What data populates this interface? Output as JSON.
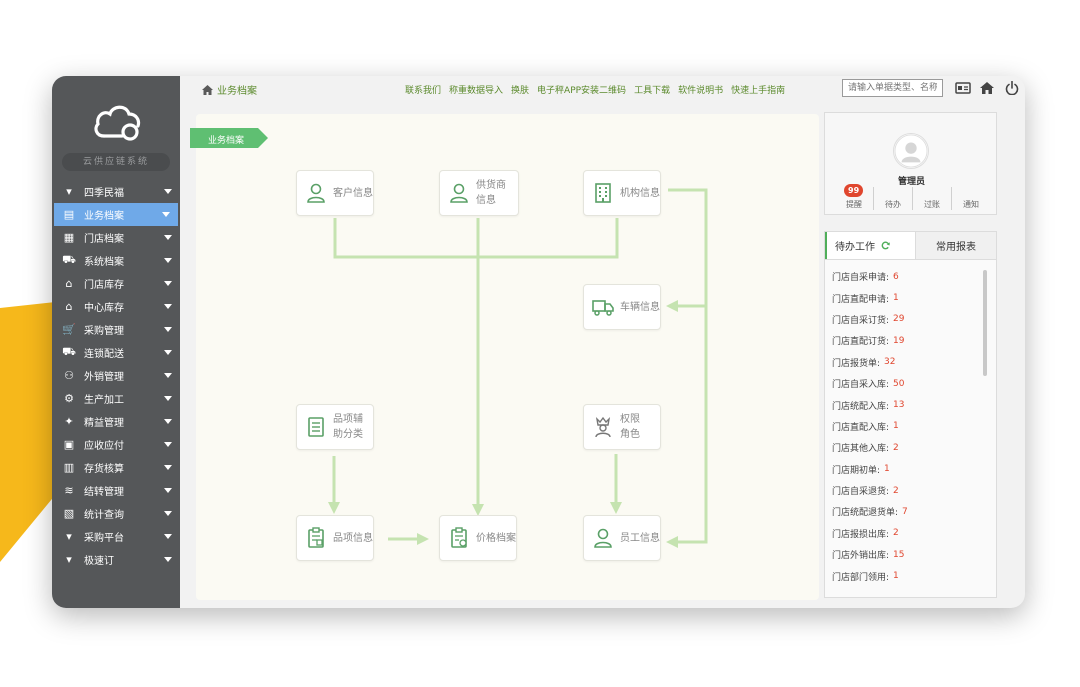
{
  "sidebar": {
    "system_name": "云供应链系统",
    "items": [
      {
        "label": "四季民福",
        "icon": "caret-icon"
      },
      {
        "label": "业务档案",
        "icon": "archive-icon",
        "active": true
      },
      {
        "label": "门店档案",
        "icon": "store-icon"
      },
      {
        "label": "系统档案",
        "icon": "truck-icon"
      },
      {
        "label": "门店库存",
        "icon": "warehouse-icon"
      },
      {
        "label": "中心库存",
        "icon": "warehouse-icon"
      },
      {
        "label": "采购管理",
        "icon": "cart-icon"
      },
      {
        "label": "连锁配送",
        "icon": "delivery-icon"
      },
      {
        "label": "外销管理",
        "icon": "bike-icon"
      },
      {
        "label": "生产加工",
        "icon": "gears-icon"
      },
      {
        "label": "精益管理",
        "icon": "wrench-icon"
      },
      {
        "label": "应收应付",
        "icon": "wallet-icon"
      },
      {
        "label": "存货核算",
        "icon": "box-icon"
      },
      {
        "label": "结转管理",
        "icon": "layers-icon"
      },
      {
        "label": "统计查询",
        "icon": "report-icon"
      },
      {
        "label": "采购平台",
        "icon": "caret-icon"
      },
      {
        "label": "极速订",
        "icon": "caret-icon"
      }
    ]
  },
  "header": {
    "breadcrumb": "业务档案",
    "links": [
      "联系我们",
      "称重数据导入",
      "换肤",
      "电子秤APP安装二维码",
      "工具下载",
      "软件说明书",
      "快速上手指南"
    ],
    "search_placeholder": "请输入单据类型、名称"
  },
  "canvas": {
    "tag_label": "业务档案",
    "nodes": {
      "customer": "客户信息",
      "supplier": "供货商信息",
      "org": "机构信息",
      "vehicle": "车辆信息",
      "category": "品项辅助分类",
      "role": "权限角色",
      "item": "品项信息",
      "price": "价格档案",
      "employee": "员工信息"
    }
  },
  "user": {
    "name": "管理员",
    "actions": [
      {
        "label": "提醒",
        "badge": "99"
      },
      {
        "label": "待办"
      },
      {
        "label": "过账"
      },
      {
        "label": "通知"
      }
    ]
  },
  "work": {
    "tabs": [
      "待办工作",
      "常用报表"
    ],
    "items": [
      {
        "label": "门店自采申请:",
        "count": "6"
      },
      {
        "label": "门店直配申请:",
        "count": "1"
      },
      {
        "label": "门店自采订货:",
        "count": "29"
      },
      {
        "label": "门店直配订货:",
        "count": "19"
      },
      {
        "label": "门店报货单:",
        "count": "32"
      },
      {
        "label": "门店自采入库:",
        "count": "50"
      },
      {
        "label": "门店统配入库:",
        "count": "13"
      },
      {
        "label": "门店直配入库:",
        "count": "1"
      },
      {
        "label": "门店其他入库:",
        "count": "2"
      },
      {
        "label": "门店期初单:",
        "count": "1"
      },
      {
        "label": "门店自采退货:",
        "count": "2"
      },
      {
        "label": "门店统配退货单:",
        "count": "7"
      },
      {
        "label": "门店报损出库:",
        "count": "2"
      },
      {
        "label": "门店外销出库:",
        "count": "15"
      },
      {
        "label": "门店部门领用:",
        "count": "1"
      }
    ]
  },
  "colors": {
    "accent_green": "#5b8a2c",
    "flow_line": "#c5e3b0",
    "active_nav": "#6fa9e8",
    "count_red": "#e0462e",
    "yellow": "#f6b81b"
  }
}
